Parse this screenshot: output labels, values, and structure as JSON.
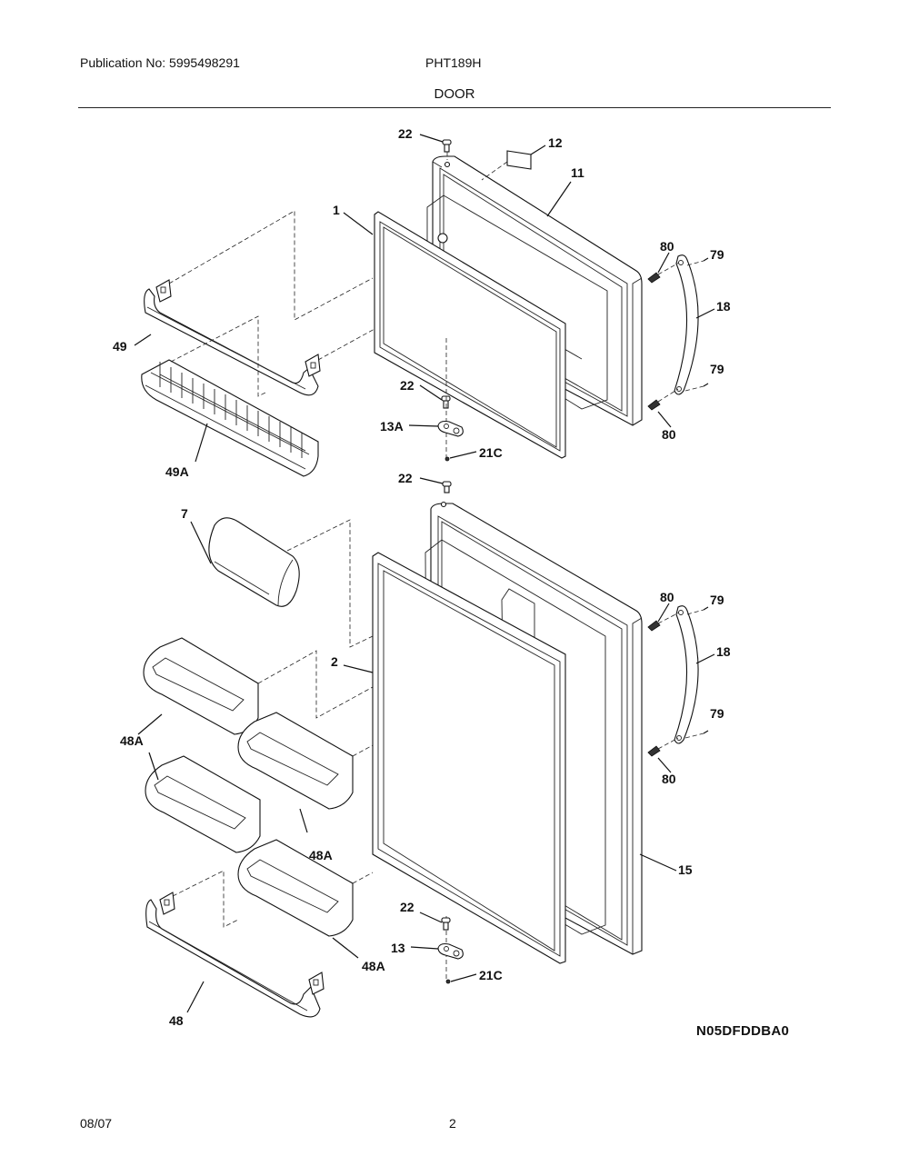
{
  "header": {
    "publication": "Publication No: 5995498291",
    "model": "PHT189H",
    "section_title": "DOOR"
  },
  "footer": {
    "date": "08/07",
    "page_number": "2",
    "diagram_code": "N05DFDDBA0"
  },
  "callouts": {
    "upper_hinge_pin_top": "22",
    "label_plate": "12",
    "freezer_door": "11",
    "freezer_gasket": "1",
    "screw_upper_handle_top": "80",
    "plug_upper_handle_top": "79",
    "upper_handle": "18",
    "plug_upper_handle_bottom": "79",
    "screw_upper_handle_bottom": "80",
    "freezer_shelf": "49",
    "freezer_basket": "49A",
    "upper_hinge_pin_bottom": "22",
    "middle_hinge": "13A",
    "upper_hinge_screw": "21C",
    "fresh_food_hinge_pin_top": "22",
    "egg_container": "7",
    "fresh_food_gasket": "2",
    "screw_lower_handle_top": "80",
    "plug_lower_handle_top": "79",
    "lower_handle": "18",
    "plug_lower_handle_bottom": "79",
    "screw_lower_handle_bottom": "80",
    "door_bin_1": "48A",
    "door_bin_2": "48A",
    "door_bin_3": "48A",
    "door_bin_4": "48A",
    "fresh_food_door": "15",
    "lower_hinge_pin": "22",
    "lower_hinge": "13",
    "lower_hinge_screw": "21C",
    "door_shelf": "48"
  }
}
